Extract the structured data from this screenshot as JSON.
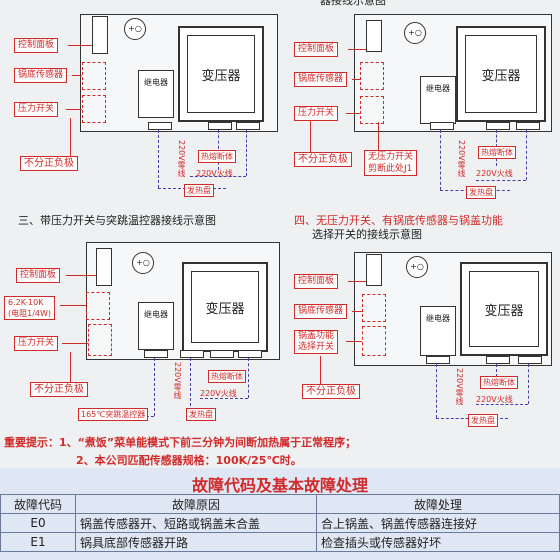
{
  "panels": {
    "p1": {
      "control_panel": "控制面板",
      "pot_sensor": "锅底传感器",
      "pressure_switch": "压力开关",
      "transformer": "变压器",
      "relay": "继电器",
      "polarity": "不分正负极",
      "fuse": "热熔断体",
      "neutral": "220V零线",
      "live": "220V火线",
      "heater": "发热盘"
    },
    "p2": {
      "title": "器接线示意图",
      "control_panel": "控制面板",
      "pot_sensor": "锅底传感器",
      "pressure_switch": "压力开关",
      "transformer": "变压器",
      "relay": "继电器",
      "polarity": "不分正负极",
      "no_pressure_note_1": "无压力开关",
      "no_pressure_note_2": "剪断此处J1",
      "fuse": "热熔断体",
      "neutral": "220V零线",
      "live": "220V火线",
      "heater": "发热盘"
    },
    "p3": {
      "title": "三、带压力开关与突跳温控器接线示意图",
      "control_panel": "控制面板",
      "resistor_1": "6.2K-10K",
      "resistor_2": "(电阻1/4W)",
      "pressure_switch": "压力开关",
      "transformer": "变压器",
      "relay": "继电器",
      "polarity": "不分正负极",
      "fuse": "热熔断体",
      "neutral": "220V零线",
      "live": "220V火线",
      "thermostat": "165℃突跳温控器",
      "heater": "发热盘"
    },
    "p4": {
      "title_1": "四、无压力开关、有锅底传感器与锅盖功能",
      "title_2": "选择开关的接线示意图",
      "control_panel": "控制面板",
      "pot_sensor": "锅底传感器",
      "lid_switch_1": "锅盖功能",
      "lid_switch_2": "选择开关",
      "transformer": "变压器",
      "relay": "继电器",
      "polarity": "不分正负极",
      "fuse": "热熔断体",
      "neutral": "220V零线",
      "live": "220V火线",
      "heater": "发热盘"
    }
  },
  "notes": {
    "line1": "重要提示：1、“煮饭”菜单能模式下前三分钟为间断加热属于正常程序；",
    "line2": "2、本公司匹配传感器规格：100K/25℃时。"
  },
  "fault": {
    "title": "故障代码及基本故障处理",
    "headers": [
      "故障代码",
      "故障原因",
      "故障处理"
    ],
    "rows": [
      [
        "E0",
        "锅盖传感器开、短路或锅盖未合盖",
        "合上锅盖、锅盖传感器连接好"
      ],
      [
        "E1",
        "锅具底部传感器开路",
        "检查插头或传感器好坏"
      ]
    ]
  },
  "colors": {
    "accent_red": "#d12a2a",
    "wire_blue": "#4a3fa8",
    "table_bg": "#dfe7f4"
  }
}
